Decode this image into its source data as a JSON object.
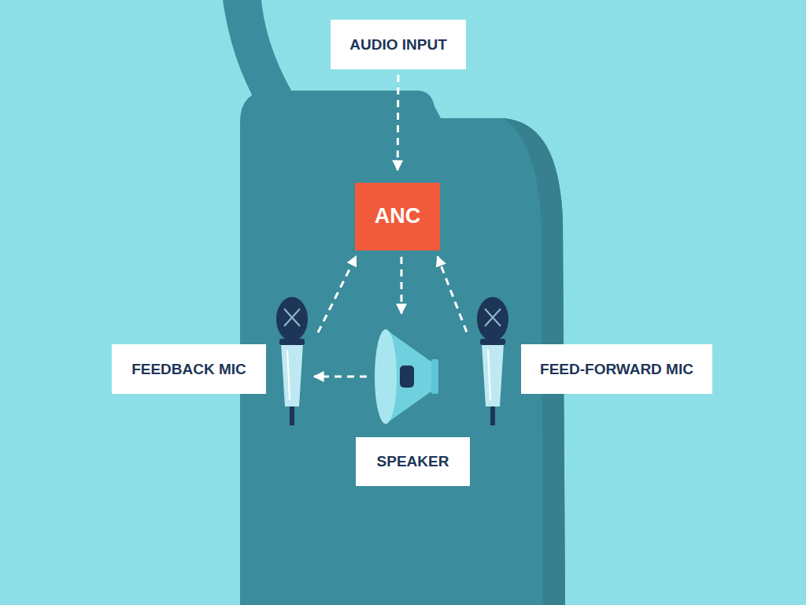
{
  "diagram": {
    "nodes": [
      {
        "text": [
          "AUDIO INPUT"
        ]
      },
      {
        "text": [
          "ANC"
        ]
      },
      {
        "text": [
          "FEEDBACK MIC"
        ]
      },
      {
        "text": [
          "FEED-FORWARD MIC"
        ]
      },
      {
        "text": [
          "SPEAKER"
        ]
      }
    ],
    "edges": [
      {
        "from": 0,
        "to": 1,
        "arrow": "to"
      },
      {
        "from": 1,
        "to": 4,
        "arrow": "to"
      },
      {
        "from": 2,
        "to": 1,
        "arrow": "to"
      },
      {
        "from": 3,
        "to": 1,
        "arrow": "to"
      },
      {
        "from": 4,
        "to": 2,
        "arrow": "to"
      }
    ]
  }
}
